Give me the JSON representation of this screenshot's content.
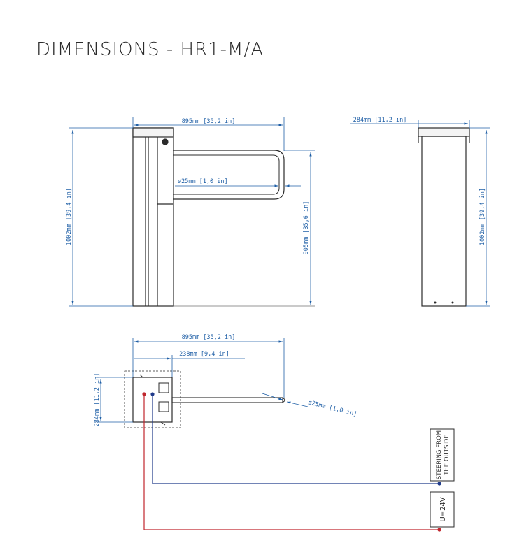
{
  "title": "DIMENSIONS - HR1-M/A",
  "front_view": {
    "width_label": "895mm [35,2 in]",
    "total_height_label": "1002mm [39,4 in]",
    "arm_height_label": "905mm [35,6 in]",
    "tube_diameter_label": "ø25mm [1,0 in]"
  },
  "side_view": {
    "depth_label": "284mm [11,2 in]",
    "total_height_label": "1002mm [39,4 in]"
  },
  "top_view": {
    "width_label": "895mm [35,2 in]",
    "offset_label": "238mm [9,4 in]",
    "depth_label": "284mm [11,2 in]",
    "tube_diameter_label": "ø25mm [1,0 in]"
  },
  "connections": {
    "steering_label_line1": "STEERING FROM",
    "steering_label_line2": "THE OUTSIDE",
    "power_label": "U=24V"
  },
  "colors": {
    "dimension": "#1f5fa6",
    "outline": "#2b2b2b",
    "signal_wire": "#1f3a8a",
    "power_wire": "#c0262d"
  }
}
